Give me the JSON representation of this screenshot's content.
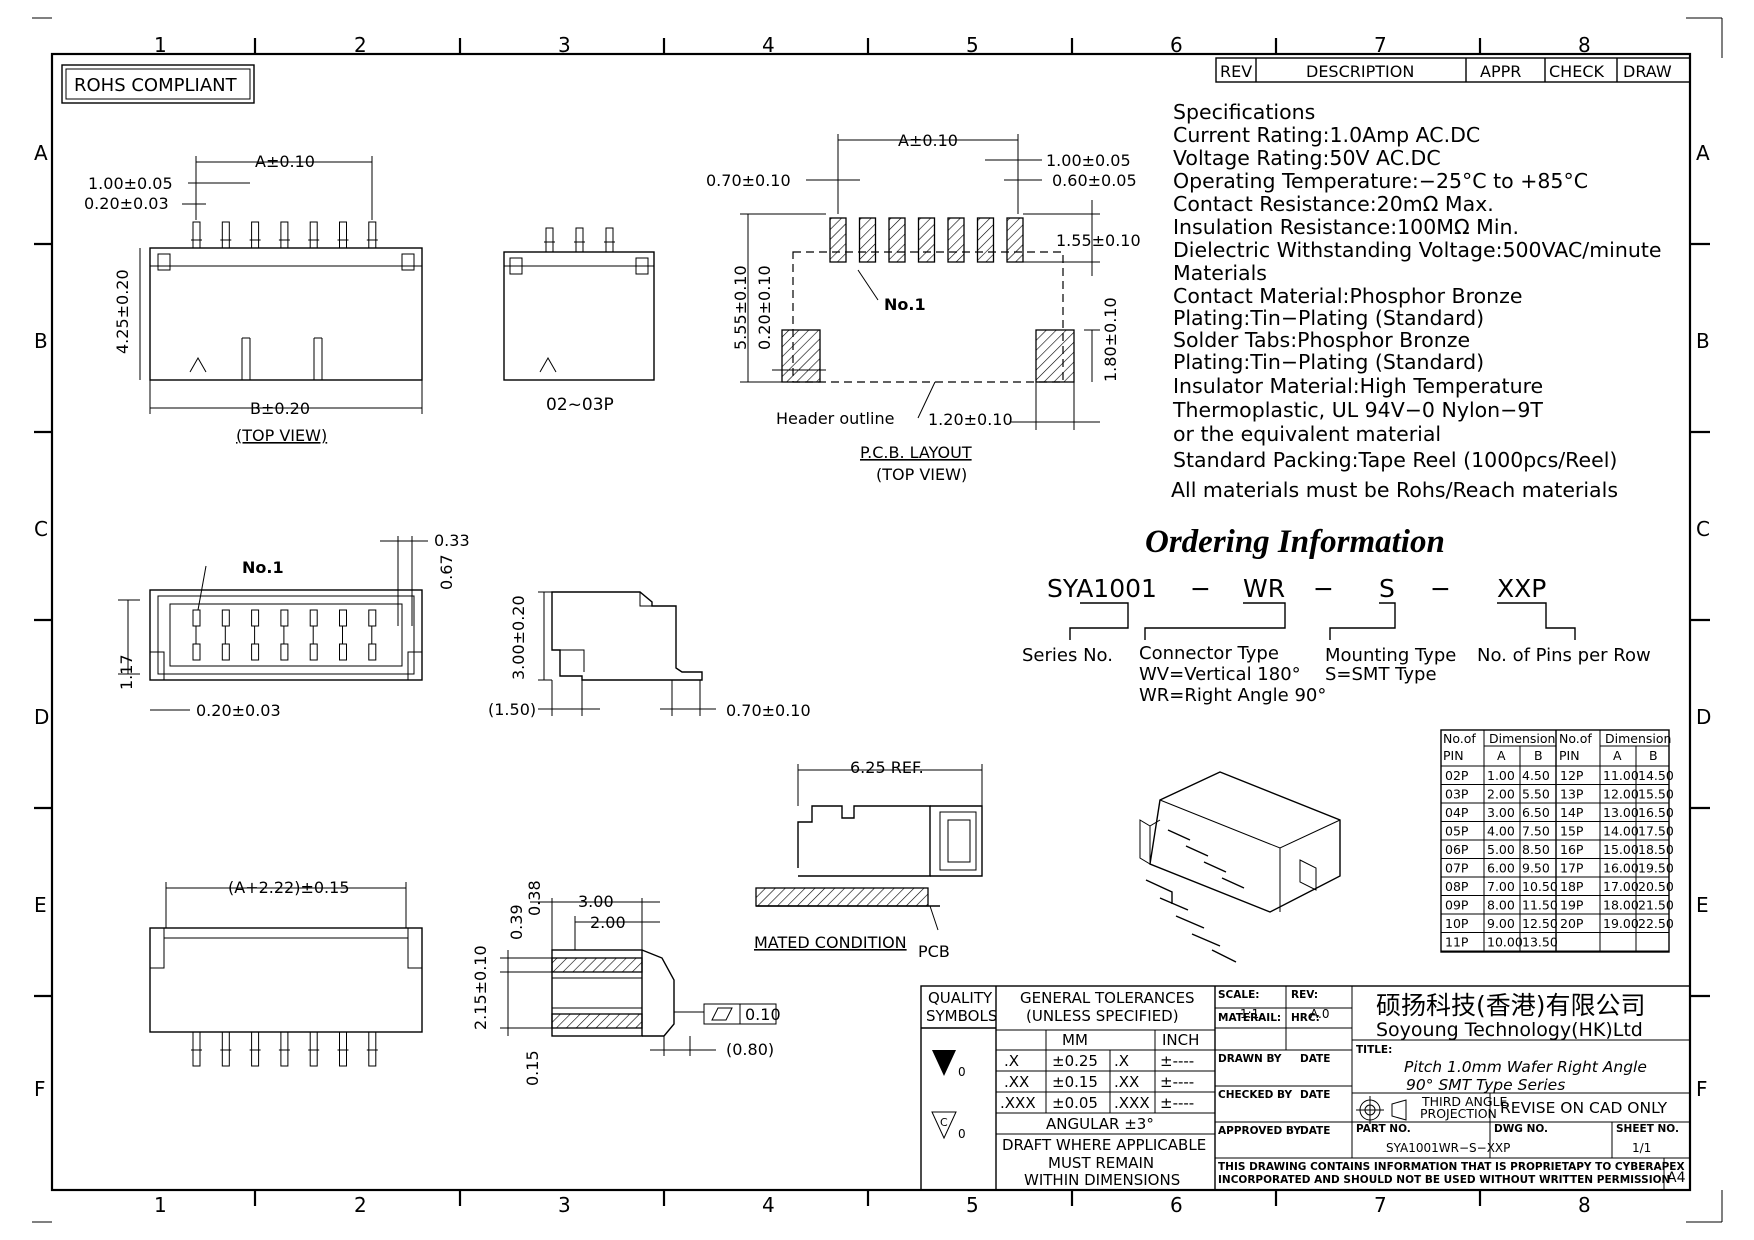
{
  "frame": {
    "col_numbers": [
      "1",
      "2",
      "3",
      "4",
      "5",
      "6",
      "7",
      "8"
    ],
    "row_letters": [
      "A",
      "B",
      "C",
      "D",
      "E",
      "F"
    ]
  },
  "rohs": "ROHS COMPLIANT",
  "revision_table": {
    "rev": "REV",
    "description": "DESCRIPTION",
    "appr": "APPR",
    "check": "CHECK",
    "draw": "DRAW"
  },
  "specs": [
    "Specifications",
    "Current Rating:1.0Amp AC.DC",
    "Voltage Rating:50V AC.DC",
    "Operating Temperature:−25°C to +85°C",
    "Contact Resistance:20mΩ Max.",
    "Insulation Resistance:100MΩ Min.",
    "Dielectric Withstanding Voltage:500VAC/minute",
    "Materials",
    "Contact Material:Phosphor Bronze",
    "Plating:Tin−Plating (Standard)",
    "Solder Tabs:Phosphor Bronze",
    "Plating:Tin−Plating (Standard)",
    "Insulator Material:High Temperature",
    "Thermoplastic, UL 94V−0 Nylon−9T",
    "or the equivalent material",
    "Standard Packing:Tape Reel (1000pcs/Reel)",
    "All materials must be Rohs/Reach materials"
  ],
  "ordering": {
    "title": "Ordering Information",
    "code": [
      "SYA1001",
      "−",
      "WR",
      "−",
      "S",
      "−",
      "XXP"
    ],
    "series": "Series No.",
    "connector_type": [
      "Connector Type",
      "WV=Vertical 180°",
      "WR=Right Angle 90°"
    ],
    "mounting_type": [
      "Mounting Type",
      "S=SMT Type"
    ],
    "pins": "No. of Pins per Row"
  },
  "views": {
    "top_view": "(TOP VIEW)",
    "p02_03": "02~03P",
    "pcb_layout": "P.C.B. LAYOUT",
    "pcb_top_view": "(TOP VIEW)",
    "header_outline": "Header outline",
    "no1": "No.1",
    "mated": "MATED CONDITION",
    "pcb": "PCB"
  },
  "dims": {
    "a010": "A±0.10",
    "d100_005": "1.00±0.05",
    "d020_003": "0.20±0.03",
    "d425": "4.25±0.20",
    "b020": "B±0.20",
    "d070_010": "0.70±0.10",
    "d060_005": "0.60±0.05",
    "d155": "1.55±0.10",
    "d555": "5.55±0.10",
    "d020_010": "0.20±0.10",
    "d180": "1.80±0.10",
    "d120": "1.20±0.10",
    "d033": "0.33",
    "d067": "0.67",
    "d117": "1.17",
    "d300_020": "3.00±0.20",
    "d150": "(1.50)",
    "d625": "6.25 REF.",
    "a222": "(A+2.22)±0.15",
    "d039": "0.39",
    "d038": "0.38",
    "d300": "3.00",
    "d200": "2.00",
    "d215": "2.15±0.10",
    "d015": "0.15",
    "flat": "0.10",
    "d080": "(0.80)"
  },
  "dim_table": {
    "h1": "No.of",
    "h1b": "PIN",
    "h2": "Dimension",
    "a": "A",
    "b": "B",
    "left": [
      [
        "02P",
        "1.00",
        "4.50"
      ],
      [
        "03P",
        "2.00",
        "5.50"
      ],
      [
        "04P",
        "3.00",
        "6.50"
      ],
      [
        "05P",
        "4.00",
        "7.50"
      ],
      [
        "06P",
        "5.00",
        "8.50"
      ],
      [
        "07P",
        "6.00",
        "9.50"
      ],
      [
        "08P",
        "7.00",
        "10.50"
      ],
      [
        "09P",
        "8.00",
        "11.50"
      ],
      [
        "10P",
        "9.00",
        "12.50"
      ],
      [
        "11P",
        "10.00",
        "13.50"
      ]
    ],
    "right": [
      [
        "12P",
        "11.00",
        "14.50"
      ],
      [
        "13P",
        "12.00",
        "15.50"
      ],
      [
        "14P",
        "13.00",
        "16.50"
      ],
      [
        "15P",
        "14.00",
        "17.50"
      ],
      [
        "16P",
        "15.00",
        "18.50"
      ],
      [
        "17P",
        "16.00",
        "19.50"
      ],
      [
        "18P",
        "17.00",
        "20.50"
      ],
      [
        "19P",
        "18.00",
        "21.50"
      ],
      [
        "20P",
        "19.00",
        "22.50"
      ],
      [
        "",
        "",
        ""
      ]
    ]
  },
  "title_block": {
    "quality": [
      "QUALITY",
      "SYMBOLS"
    ],
    "gen_tol": [
      "GENERAL TOLERANCES",
      "(UNLESS SPECIFIED)"
    ],
    "mm": "MM",
    "inch": "INCH",
    "tol_rows": [
      [
        ".X",
        "±0.25",
        ".X",
        "±----"
      ],
      [
        ".XX",
        "±0.15",
        ".XX",
        "±----"
      ],
      [
        ".XXX",
        "±0.05",
        ".XXX",
        "±----"
      ]
    ],
    "angular": "ANGULAR ±3°",
    "draft": [
      "DRAFT WHERE APPLICABLE",
      "MUST REMAIN",
      "WITHIN DIMENSIONS"
    ],
    "sym0": "0",
    "scale_l": "SCALE:",
    "scale_v": "1:1",
    "rev_l": "REV:",
    "rev_v": "A.0",
    "material": "MATERAIL:",
    "hrc": "HRC:",
    "drawn": "DRAWN BY",
    "checked": "CHECKED BY",
    "approved": "APPROVED BY",
    "date": "DATE",
    "company_cn": "硕扬科技(香港)有限公司",
    "company_en": "Soyoung Technology(HK)Ltd",
    "title_l": "TITLE:",
    "title_v": [
      "Pitch 1.0mm Wafer Right Angle",
      "90° SMT Type Series"
    ],
    "projection": [
      "THIRD ANGLE",
      "PROJECTION"
    ],
    "revise": "REVISE ON CAD ONLY",
    "part_l": "PART NO.",
    "part_v": "SYA1001WR−S−XXP",
    "dwg": "DWG NO.",
    "sheet_l": "SHEET NO.",
    "sheet_v": "1/1",
    "notice": [
      "THIS DRAWING CONTAINS INFORMATION THAT IS PROPRIETAPY TO CYBERAPEX",
      "INCORPORATED AND SHOULD NOT BE USED WITHOUT WRITTEN PERMISSION"
    ],
    "size": "A4"
  }
}
